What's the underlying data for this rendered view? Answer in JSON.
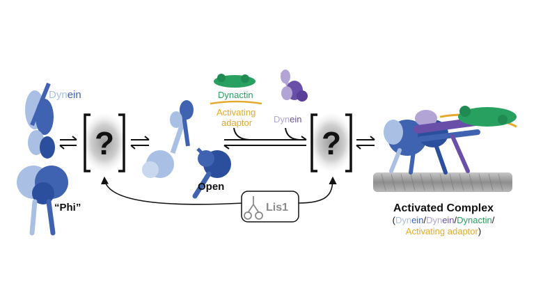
{
  "labels": {
    "dynein_top_a": "Dyn",
    "dynein_top_b": "ein",
    "phi": "“Phi”",
    "question": "?",
    "open": "Open",
    "dynactin": "Dynactin",
    "activating_adaptor_line1": "Activating",
    "activating_adaptor_line2": "adaptor",
    "dynein_mid_a": "Dyn",
    "dynein_mid_b": "ein",
    "lis1": "Lis1",
    "activated_complex": "Activated Complex",
    "caption_open": "(",
    "caption_dyn1a": "Dyn",
    "caption_dyn1b": "ein",
    "caption_sep1": "/",
    "caption_dyn2a": "Dyn",
    "caption_dyn2b": "ein",
    "caption_sep2": "/",
    "caption_dynactin": "Dynactin",
    "caption_sep3": "/",
    "caption_adaptor": "Activating adaptor",
    "caption_close": ")"
  },
  "colors": {
    "dynein_light": "#a9c0e4",
    "dynein_blue": "#3f63b0",
    "dynein_dark": "#2b4f9c",
    "dynein_purple": "#6a4fa8",
    "dynein_purple_light": "#b3a4d6",
    "dynactin_green": "#27a060",
    "adaptor_gold": "#e4a92a",
    "microtubule": "#9a9a9a",
    "bracket_glow": "#bdbdbd",
    "lis1_gray": "#8a8a8a",
    "text_dark": "#111111"
  },
  "icons": [
    "equilibrium-arrow-icon",
    "lis1-molecule-icon"
  ]
}
